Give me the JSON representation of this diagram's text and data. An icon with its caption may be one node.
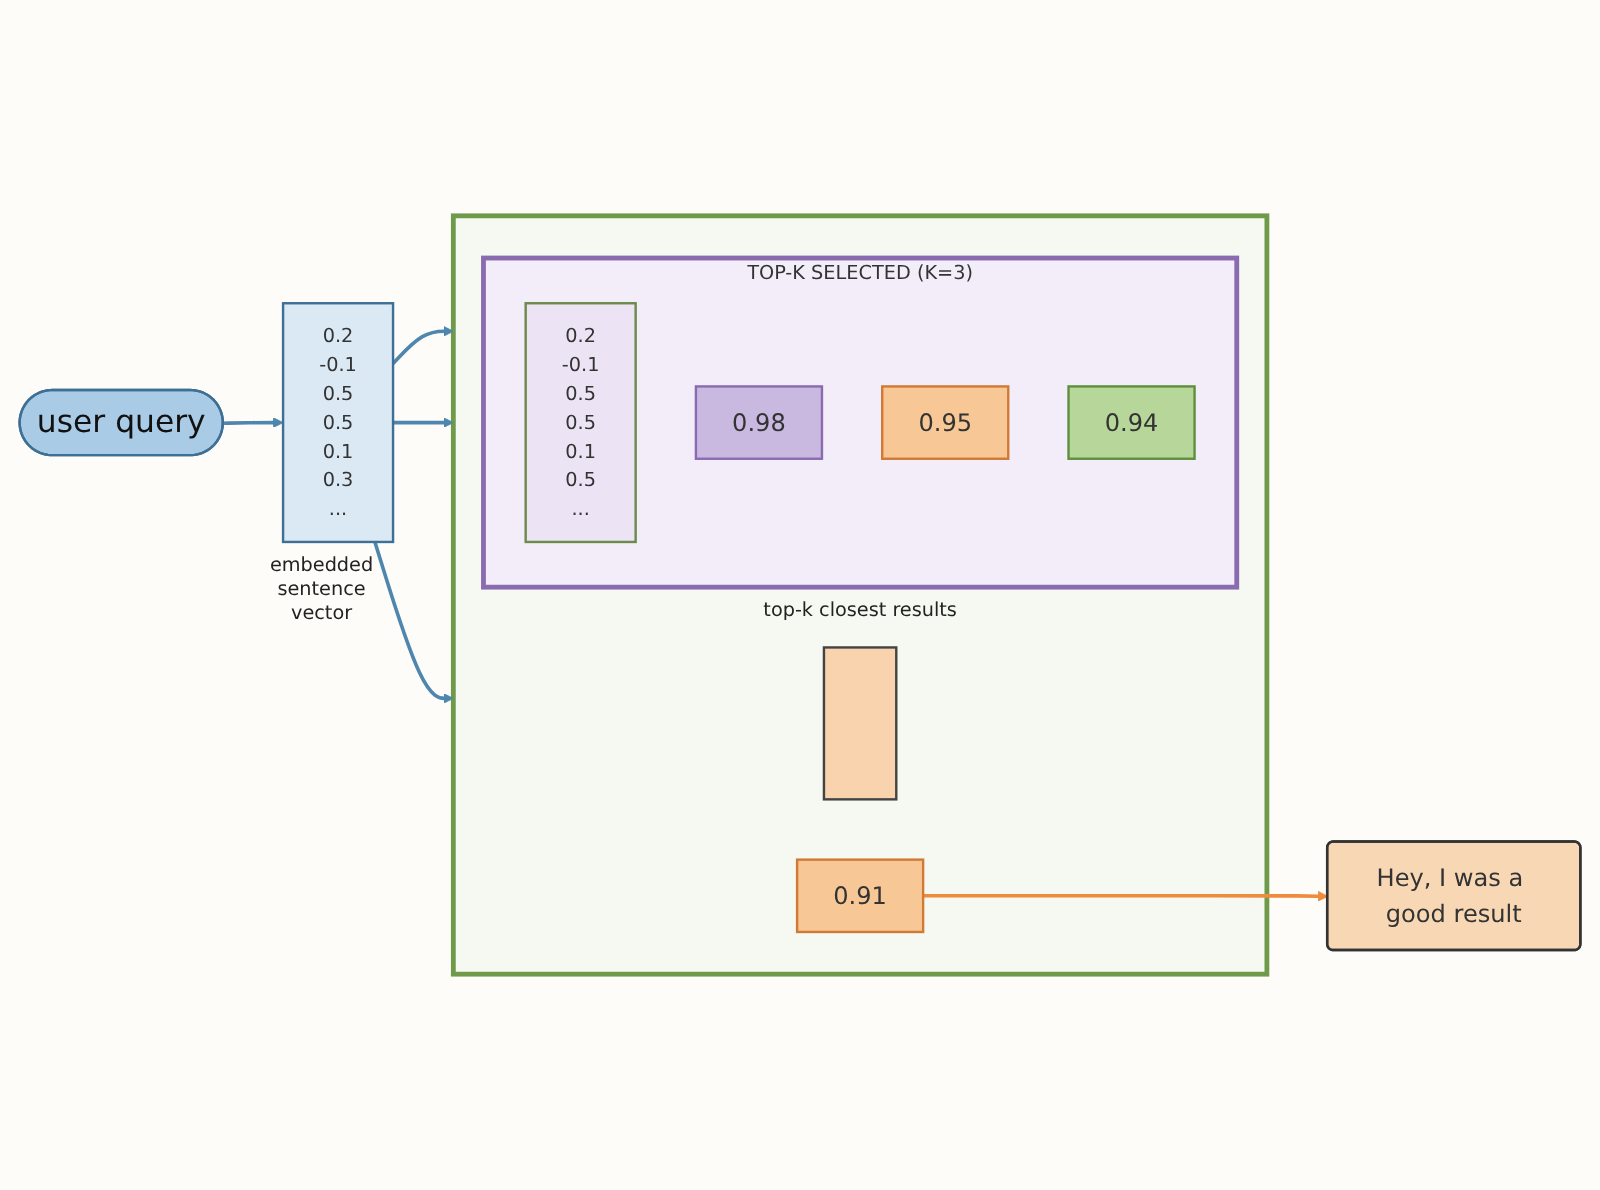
{
  "diagram": {
    "nodes": [
      {
        "text": [
          "user query"
        ]
      },
      {
        "text": [
          "0.2",
          "-0.1",
          "0.5",
          "0.5",
          "0.1",
          "0.3",
          "..."
        ],
        "beside": [
          "embedded sentence vector"
        ]
      },
      {
        "text": [],
        "shape": "box"
      },
      {
        "text": [
          "TOP-K SELECTED (K=3)"
        ],
        "in": 2,
        "beside": [
          "top-k closest results"
        ]
      },
      {
        "text": [
          "0.2",
          "-0.1",
          "0.5",
          "0.5",
          "0.1",
          "0.5",
          "..."
        ],
        "in": 3
      },
      {
        "text": [
          "0.98"
        ],
        "in": 3
      },
      {
        "text": [
          "0.95"
        ],
        "in": 3
      },
      {
        "text": [
          "0.94"
        ],
        "in": 3
      },
      {
        "text": [],
        "shape": "bar",
        "in": 2
      },
      {
        "text": [
          "0.91"
        ],
        "in": 2
      },
      {
        "text": [
          "Hey, I was a good result"
        ]
      }
    ],
    "edges": [
      {
        "from": 0,
        "to": 1,
        "arrow": "to"
      },
      {
        "from": 1,
        "to": 2,
        "arrow": "to"
      },
      {
        "from": 1,
        "to": 2,
        "arrow": "to"
      },
      {
        "from": 1,
        "to": 2,
        "arrow": "to"
      },
      {
        "from": 9,
        "to": 10,
        "arrow": "to",
        "color": "#f08a3c"
      }
    ]
  }
}
